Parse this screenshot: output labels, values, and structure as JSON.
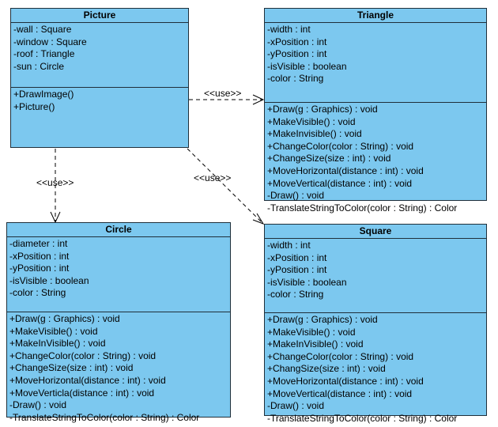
{
  "classes": {
    "picture": {
      "name": "Picture",
      "attributes": [
        "-wall : Square",
        "-window : Square",
        "-roof : Triangle",
        "-sun : Circle"
      ],
      "operations": [
        "+DrawImage()",
        "+Picture()"
      ]
    },
    "triangle": {
      "name": "Triangle",
      "attributes": [
        "-width : int",
        "-xPosition : int",
        "-yPosition : int",
        "-isVisible : boolean",
        "-color : String"
      ],
      "operations": [
        "+Draw(g : Graphics) : void",
        "+MakeVisible() : void",
        "+MakeInvisible() : void",
        "+ChangeColor(color : String) : void",
        "+ChangeSize(size : int) : void",
        "+MoveHorizontal(distance : int) : void",
        "+MoveVertical(distance : int) : void",
        "-Draw() : void",
        "-TranslateStringToColor(color : String) : Color"
      ]
    },
    "circle": {
      "name": "Circle",
      "attributes": [
        "-diameter : int",
        "-xPosition : int",
        "-yPosition : int",
        "-isVisible : boolean",
        "-color : String"
      ],
      "operations": [
        "+Draw(g : Graphics) : void",
        "+MakeVisible() : void",
        "+MakeInVisible() : void",
        "+ChangeColor(color : String) : void",
        "+ChangeSize(size : int) : void",
        "+MoveHorizontal(distance : int) : void",
        "+MoveVerticla(distance : int) : void",
        "-Draw() : void",
        "-TranslateStringToColor(color : String) : Color"
      ]
    },
    "square": {
      "name": "Square",
      "attributes": [
        "-width : int",
        "-xPosition : int",
        "-yPosition : int",
        "-isVisible : boolean",
        "-color : String"
      ],
      "operations": [
        "+Draw(g : Graphics) : void",
        "+MakeVisible() : void",
        "+MakeInVisible() : void",
        "+ChangeColor(color : String) : void",
        "+ChangSize(size : int) : void",
        "+MoveHorizontal(distance : int) : void",
        "+MoveVertical(distance : int) : void",
        "-Draw() : void",
        "-TranslateStringToColor(color : String) : Color"
      ]
    }
  },
  "relations": [
    {
      "from": "Picture",
      "to": "Triangle",
      "label": "<<use>>"
    },
    {
      "from": "Picture",
      "to": "Circle",
      "label": "<<use>>"
    },
    {
      "from": "Picture",
      "to": "Square",
      "label": "<<use>>"
    }
  ],
  "colors": {
    "class_fill": "#7cc8ef",
    "border": "#1f2f3a"
  }
}
